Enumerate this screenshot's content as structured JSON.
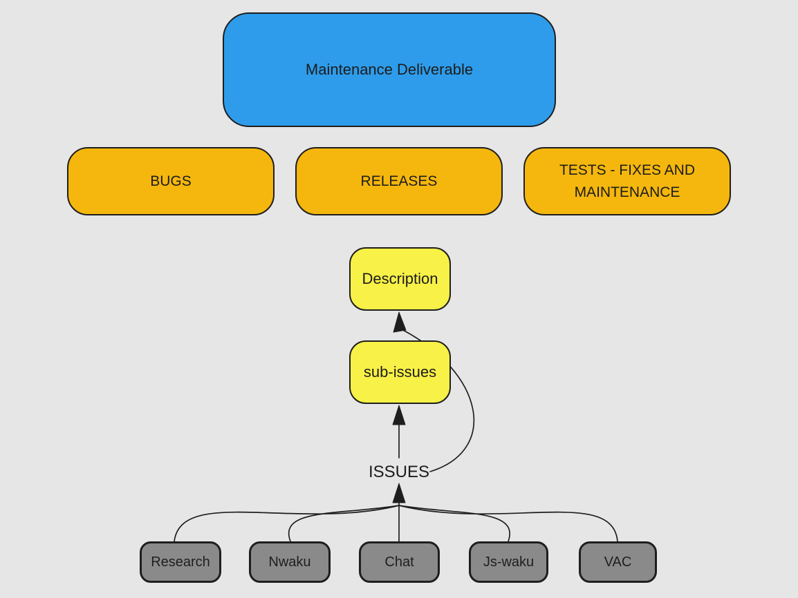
{
  "diagram": {
    "background_color": "#e6e6e6",
    "stroke_color": "#1e1e1e",
    "palette": {
      "blue": "#2e9cea",
      "orange": "#f5b70d",
      "yellow": "#f8f147",
      "gray": "#8a8a8a"
    },
    "nodes": {
      "maintenance_deliverable": {
        "label": "Maintenance Deliverable",
        "fill": "#2e9cea"
      },
      "bugs": {
        "label": "BUGS",
        "fill": "#f5b70d"
      },
      "releases": {
        "label": "RELEASES",
        "fill": "#f5b70d"
      },
      "tests": {
        "label": "TESTS - FIXES AND MAINTENANCE",
        "fill": "#f5b70d"
      },
      "description": {
        "label": "Description",
        "fill": "#f8f147"
      },
      "sub_issues": {
        "label": "sub-issues",
        "fill": "#f8f147"
      },
      "issues": {
        "label": "ISSUES"
      },
      "research": {
        "label": "Research",
        "fill": "#8a8a8a"
      },
      "nwaku": {
        "label": "Nwaku",
        "fill": "#8a8a8a"
      },
      "chat": {
        "label": "Chat",
        "fill": "#8a8a8a"
      },
      "js_waku": {
        "label": "Js-waku",
        "fill": "#8a8a8a"
      },
      "vac": {
        "label": "VAC",
        "fill": "#8a8a8a"
      }
    },
    "edges": [
      {
        "from": "issues",
        "to": "sub_issues",
        "style": "straight",
        "arrow": true
      },
      {
        "from": "issues",
        "to": "description",
        "style": "curved",
        "arrow": true
      },
      {
        "from": "research",
        "to": "issues",
        "style": "curved",
        "arrow": true
      },
      {
        "from": "nwaku",
        "to": "issues",
        "style": "curved",
        "arrow": true
      },
      {
        "from": "chat",
        "to": "issues",
        "style": "straight",
        "arrow": true
      },
      {
        "from": "js_waku",
        "to": "issues",
        "style": "curved",
        "arrow": true
      },
      {
        "from": "vac",
        "to": "issues",
        "style": "curved",
        "arrow": true
      }
    ]
  }
}
